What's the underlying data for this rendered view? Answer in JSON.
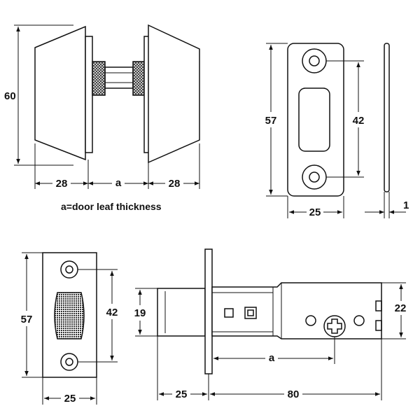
{
  "colors": {
    "line": "#111111",
    "knurl": "#555555",
    "background": "#ffffff"
  },
  "knob_view": {
    "height_label": "60",
    "left_depth_label": "28",
    "door_label": "a",
    "right_depth_label": "28",
    "caption": "a=door leaf thickness"
  },
  "strike_plate": {
    "height_label": "57",
    "hole_spacing_label": "42",
    "width_label": "25",
    "thickness_label": "1"
  },
  "faceplate": {
    "height_label": "57",
    "hole_spacing_label": "42",
    "width_label": "25"
  },
  "latch": {
    "bolt_height_label": "19",
    "case_height_label": "22",
    "door_label": "a",
    "bolt_length_label": "25",
    "backset_label": "80"
  }
}
